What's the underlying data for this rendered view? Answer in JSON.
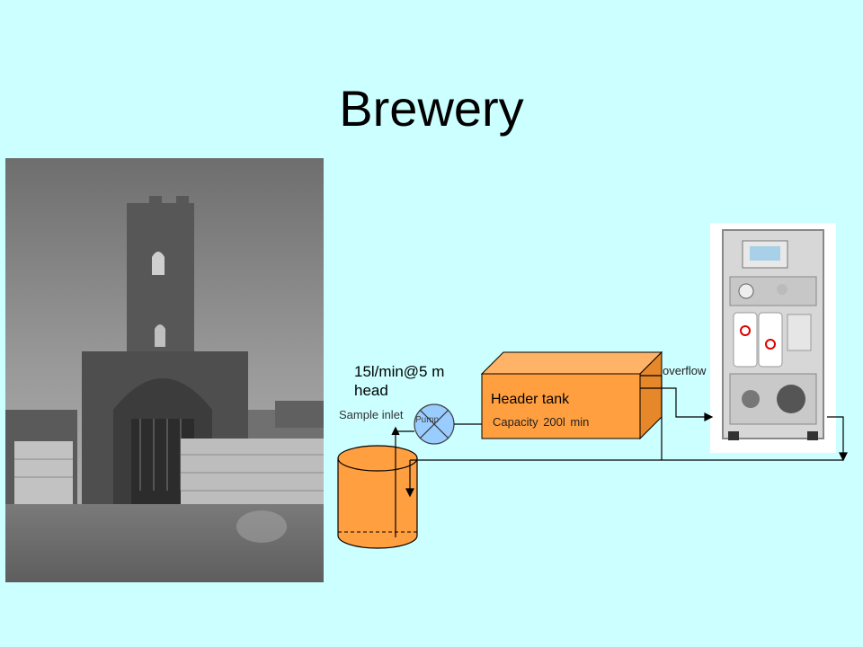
{
  "title": "Brewery",
  "diagram": {
    "flow_rate": "15l/min@5 m head",
    "sample_inlet": "Sample inlet",
    "pump": "Pump",
    "header_tank": "Header tank",
    "capacity": "Capacity 200l   min",
    "overflow": "overflow"
  },
  "colors": {
    "background": "#ccffff",
    "tank_fill": "#ff9f40",
    "pump_fill": "#99ccff",
    "line": "#000000"
  },
  "icons": {
    "brewery": "brewery-tower-photo",
    "analyzer": "water-analyzer-cabinet-photo"
  }
}
